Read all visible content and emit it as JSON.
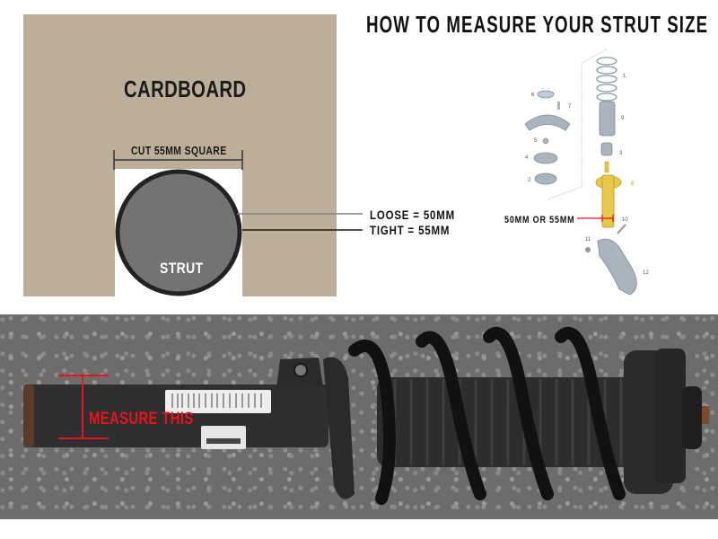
{
  "header": {
    "title": "HOW TO MEASURE YOUR STRUT SIZE"
  },
  "cardboard_diagram": {
    "cardboard_label": "CARDBOARD",
    "cut_label": "CUT 55MM SQUARE",
    "strut_label": "STRUT",
    "loose_label": "LOOSE = 50MM",
    "tight_label": "TIGHT = 55MM",
    "colors": {
      "cardboard": "#bdae99",
      "strut_fill": "#737373",
      "strut_outline": "#222222",
      "loose_line": "#808080",
      "tight_line": "#1a1a1a"
    }
  },
  "parts_diagram": {
    "callout_label": "50MM OR 55MM",
    "part_numbers": [
      "1",
      "2",
      "3",
      "4",
      "5",
      "6",
      "7",
      "8",
      "9",
      "10",
      "11",
      "12"
    ],
    "colors": {
      "highlight_strut": "#e8c84a",
      "parts": "#a9b4bf",
      "callout_line": "#e8141c"
    }
  },
  "photo": {
    "measure_label": "MEASURE THIS",
    "colors": {
      "annotation": "#e8141c",
      "asphalt": "#6c6c6c",
      "strut_body": "#2e2f31"
    }
  }
}
